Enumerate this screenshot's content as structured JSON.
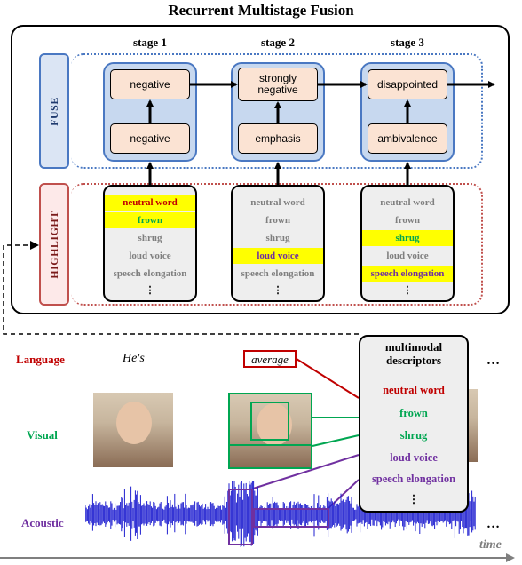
{
  "title": "Recurrent Multistage Fusion",
  "stages": [
    "stage 1",
    "stage 2",
    "stage 3"
  ],
  "rows": {
    "fuse": "FUSE",
    "highlight": "HIGHLIGHT"
  },
  "fuse_nodes": [
    {
      "top": "negative",
      "bottom": "negative"
    },
    {
      "top": "strongly negative",
      "bottom": "emphasis"
    },
    {
      "top": "disappointed",
      "bottom": "ambivalence"
    }
  ],
  "highlight_columns": [
    {
      "items": [
        {
          "text": "neutral word",
          "highlight": true,
          "color": "#c00000"
        },
        {
          "text": "frown",
          "highlight": true,
          "color": "#00a651"
        },
        {
          "text": "shrug",
          "highlight": false,
          "color": "#7f7f7f"
        },
        {
          "text": "loud voice",
          "highlight": false,
          "color": "#7f7f7f"
        },
        {
          "text": "speech elongation",
          "highlight": false,
          "color": "#7f7f7f"
        },
        {
          "text": "⋮",
          "highlight": false,
          "color": "#000000"
        }
      ]
    },
    {
      "items": [
        {
          "text": "neutral word",
          "highlight": false,
          "color": "#7f7f7f"
        },
        {
          "text": "frown",
          "highlight": false,
          "color": "#7f7f7f"
        },
        {
          "text": "shrug",
          "highlight": false,
          "color": "#7f7f7f"
        },
        {
          "text": "loud voice",
          "highlight": true,
          "color": "#7030a0"
        },
        {
          "text": "speech elongation",
          "highlight": false,
          "color": "#7f7f7f"
        },
        {
          "text": "⋮",
          "highlight": false,
          "color": "#000000"
        }
      ]
    },
    {
      "items": [
        {
          "text": "neutral word",
          "highlight": false,
          "color": "#7f7f7f"
        },
        {
          "text": "frown",
          "highlight": false,
          "color": "#7f7f7f"
        },
        {
          "text": "shrug",
          "highlight": true,
          "color": "#00a651"
        },
        {
          "text": "loud voice",
          "highlight": false,
          "color": "#7f7f7f"
        },
        {
          "text": "speech elongation",
          "highlight": true,
          "color": "#7030a0"
        },
        {
          "text": "⋮",
          "highlight": false,
          "color": "#000000"
        }
      ]
    }
  ],
  "modalities": [
    {
      "label": "Language",
      "color": "#c00000"
    },
    {
      "label": "Visual",
      "color": "#00a651"
    },
    {
      "label": "Acoustic",
      "color": "#7030a0"
    }
  ],
  "language_words": {
    "first": "He's",
    "second": "average"
  },
  "descriptors": {
    "title": "multimodal descriptors",
    "items": [
      {
        "text": "neutral word",
        "color": "#c00000"
      },
      {
        "text": "frown",
        "color": "#00a651"
      },
      {
        "text": "shrug",
        "color": "#00a651"
      },
      {
        "text": "loud voice",
        "color": "#7030a0"
      },
      {
        "text": "speech elongation",
        "color": "#7030a0"
      },
      {
        "text": "⋮",
        "color": "#000000"
      }
    ]
  },
  "ellipsis": "…",
  "time_label": "time",
  "colors": {
    "fuse_blue": "#4a78c2",
    "highlight_red": "#c0504d",
    "node_fill": "#fbe3d3",
    "yellow": "#ffff00",
    "waveform": "#1f1fd0"
  }
}
